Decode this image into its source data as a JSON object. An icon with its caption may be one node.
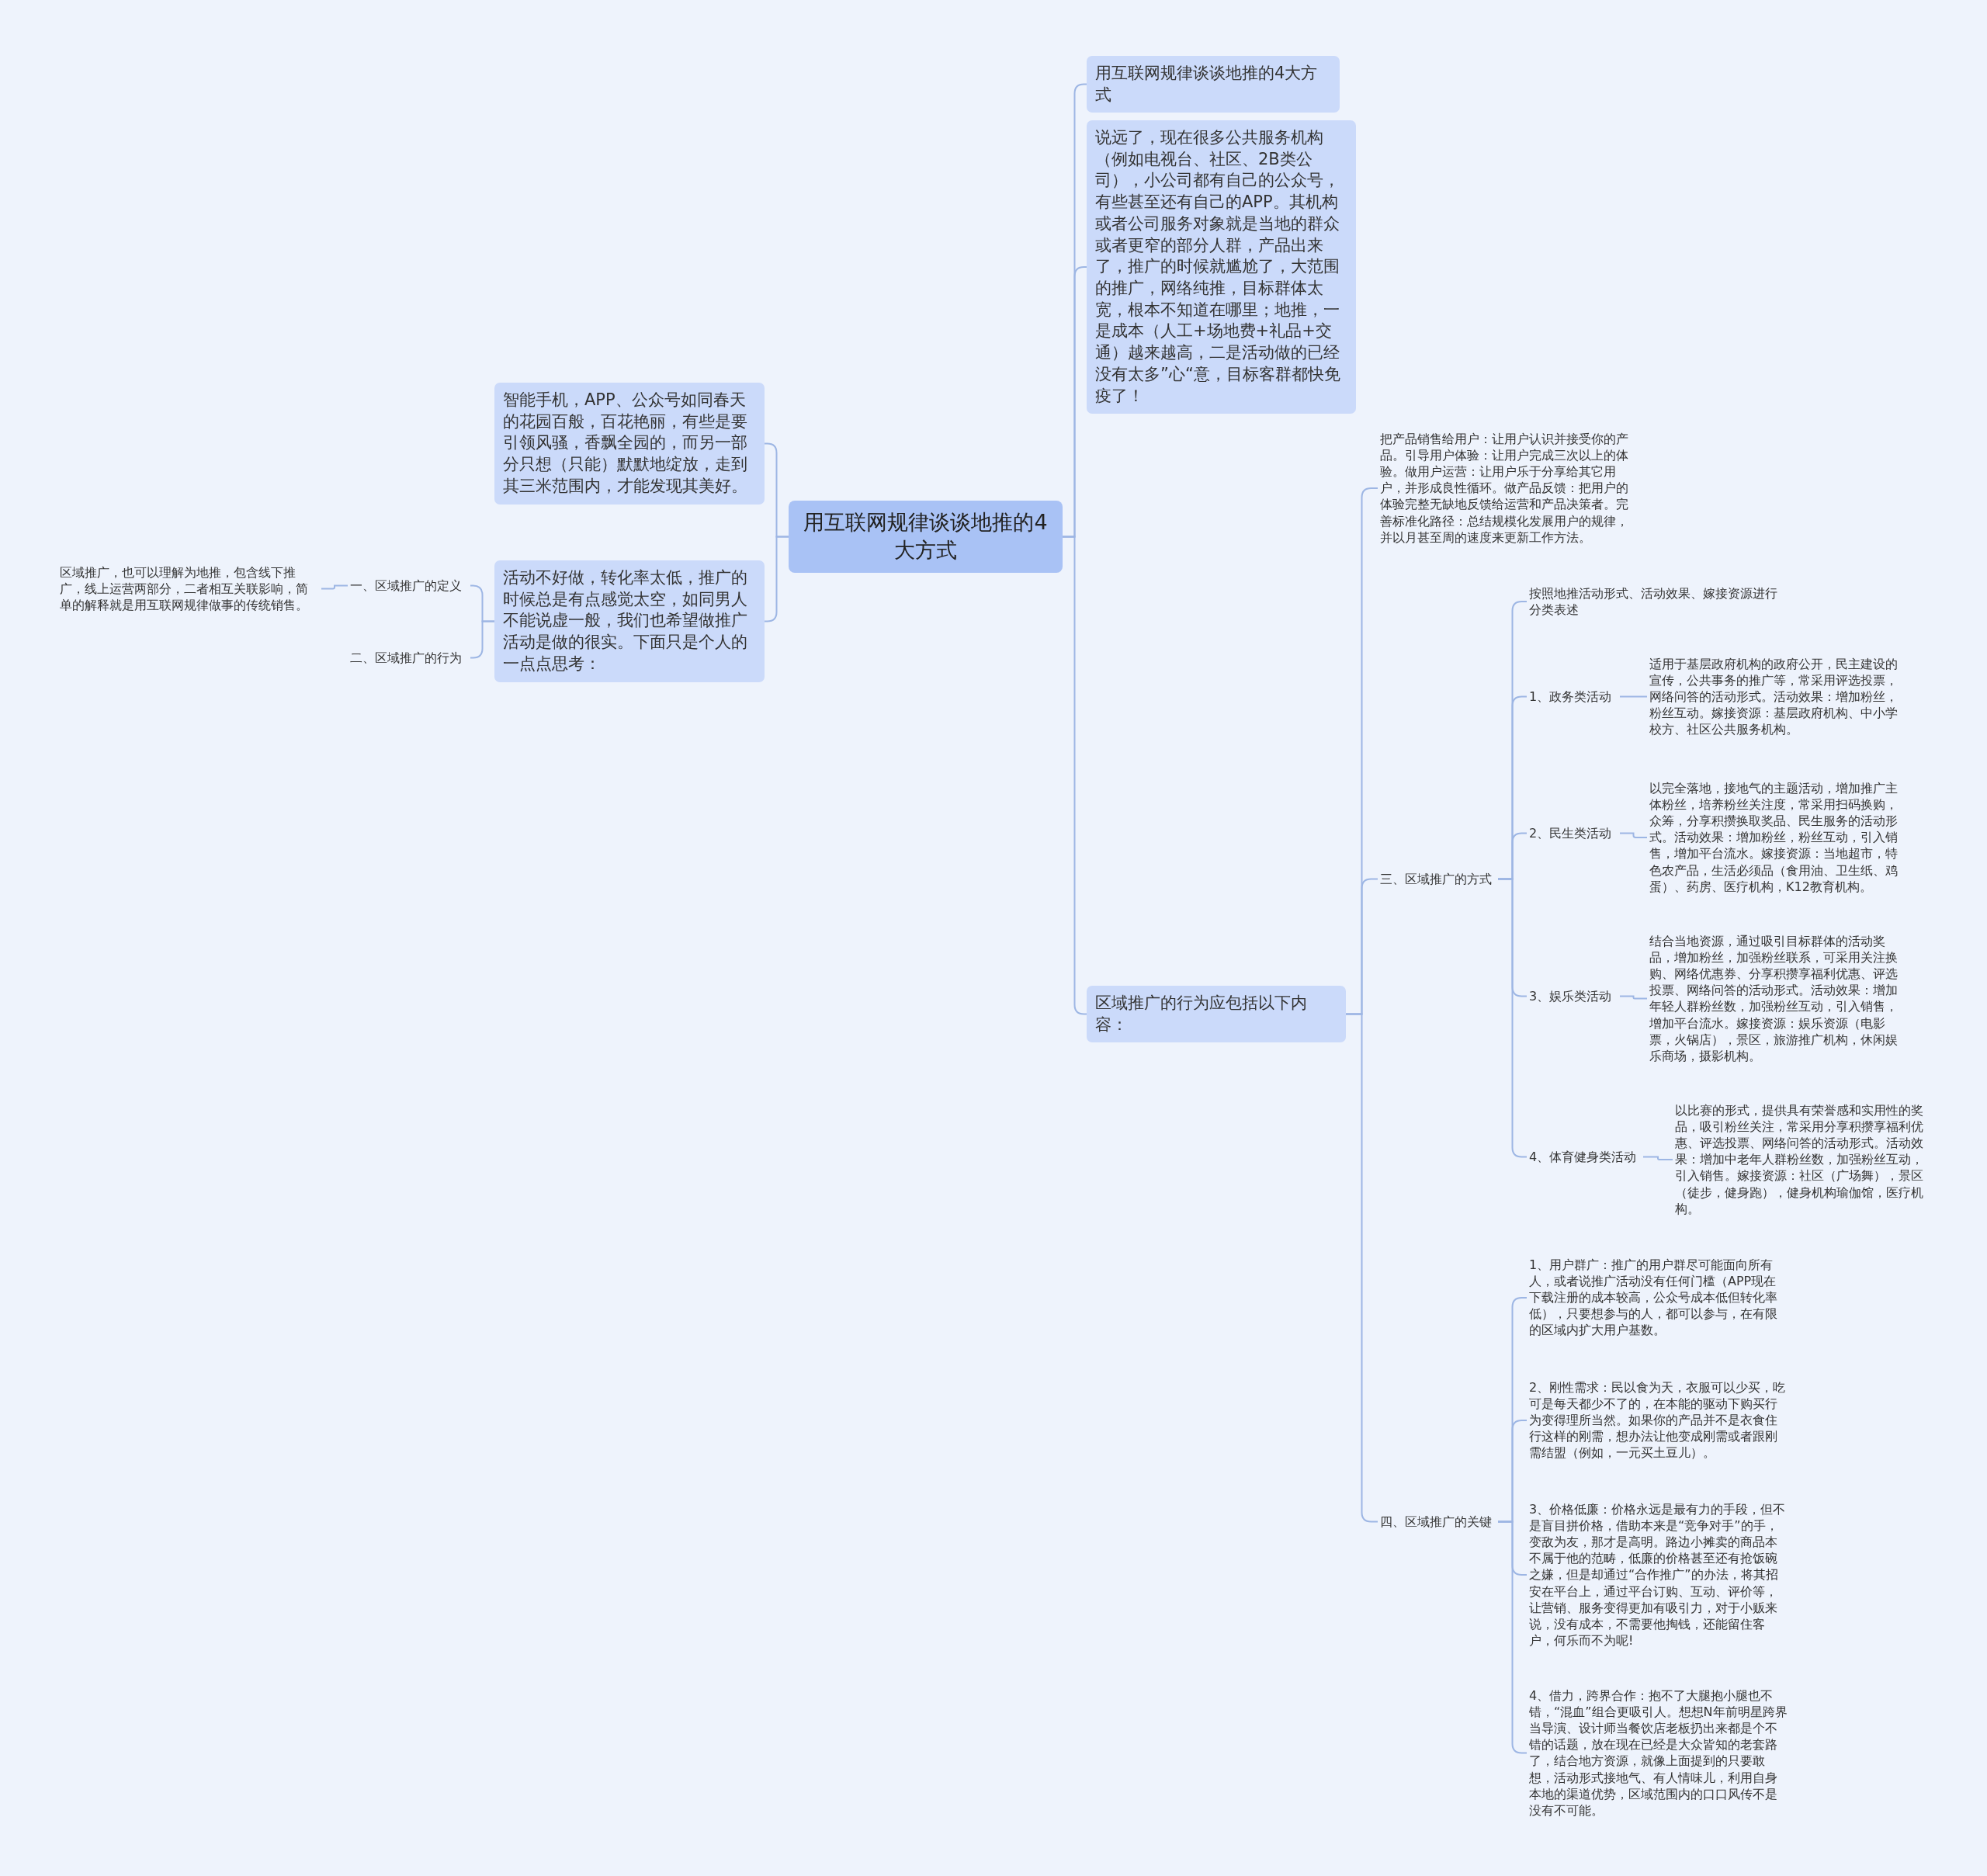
{
  "diagram": {
    "nodes": [
      {
        "text": [
          "用互联网规律谈谈地推的4大方式"
        ]
      },
      {
        "text": [
          "用互联网规律谈谈地推的4大方式"
        ]
      },
      {
        "text": [
          "说远了，现在很多公共服务机构（例如电视台、社区、2B类公司），小公司都有自己的公众号，有些甚至还有自己的APP。其机构或者公司服务对象就是当地的群众或者更窄的部分人群，产品出来了，推广的时候就尴尬了，大范围的推广，网络纯推，目标群体太宽，根本不知道在哪里；地推，一是成本（人工+场地费+礼品+交通）越来越高，二是活动做的已经没有太多”心“意，目标客群都快免疫了！"
        ]
      },
      {
        "text": [
          "区域推广的行为应包括以下内容："
        ]
      },
      {
        "text": [
          "把产品销售给用户：让用户认识并接受你的产品。引导用户体验：让用户完成三次以上的体验。做用户运营：让用户乐于分享给其它用户，并形成良性循环。做产品反馈：把用户的体验完整无缺地反馈给运营和产品决策者。完善标准化路径：总结规模化发展用户的规律，并以月甚至周的速度来更新工作方法。"
        ]
      },
      {
        "text": [
          "三、区域推广的方式"
        ]
      },
      {
        "text": [
          "按照地推活动形式、活动效果、嫁接资源进行分类表述"
        ]
      },
      {
        "text": [
          "1、政务类活动"
        ]
      },
      {
        "text": [
          "适用于基层政府机构的政府公开，民主建设的宣传，公共事务的推广等，常采用评选投票，网络问答的活动形式。活动效果：增加粉丝，粉丝互动。嫁接资源：基层政府机构、中小学校方、社区公共服务机构。"
        ]
      },
      {
        "text": [
          "2、民生类活动"
        ]
      },
      {
        "text": [
          "以完全落地，接地气的主题活动，增加推广主体粉丝，培养粉丝关注度，常采用扫码换购，众筹，分享积攒换取奖品、民生服务的活动形式。活动效果：增加粉丝，粉丝互动，引入销售，增加平台流水。嫁接资源：当地超市，特色农产品，生活必须品（食用油、卫生纸、鸡蛋）、药房、医疗机构，K12教育机构。"
        ]
      },
      {
        "text": [
          "3、娱乐类活动"
        ]
      },
      {
        "text": [
          "结合当地资源，通过吸引目标群体的活动奖品，增加粉丝，加强粉丝联系，可采用关注换购、网络优惠券、分享积攒享福利优惠、评选投票、网络问答的活动形式。活动效果：增加年轻人群粉丝数，加强粉丝互动，引入销售，增加平台流水。嫁接资源：娱乐资源（电影票，火锅店），景区，旅游推广机构，休闲娱乐商场，摄影机构。"
        ]
      },
      {
        "text": [
          "4、体育健身类活动"
        ]
      },
      {
        "text": [
          "以比赛的形式，提供具有荣誉感和实用性的奖品，吸引粉丝关注，常采用分享积攒享福利优惠、评选投票、网络问答的活动形式。活动效果：增加中老年人群粉丝数，加强粉丝互动，引入销售。嫁接资源：社区（广场舞），景区（徒步，健身跑），健身机构瑜伽馆，医疗机构。"
        ]
      },
      {
        "text": [
          "四、区域推广的关键"
        ]
      },
      {
        "text": [
          "1、用户群广：推广的用户群尽可能面向所有人，或者说推广活动没有任何门槛（APP现在下载注册的成本较高，公众号成本低但转化率低），只要想参与的人，都可以参与，在有限的区域内扩大用户基数。"
        ]
      },
      {
        "text": [
          "2、刚性需求：民以食为天，衣服可以少买，吃可是每天都少不了的，在本能的驱动下购买行为变得理所当然。如果你的产品并不是衣食住行这样的刚需，想办法让他变成刚需或者跟刚需结盟（例如，一元买土豆儿）。"
        ]
      },
      {
        "text": [
          "3、价格低廉：价格永远是最有力的手段，但不是盲目拼价格，借助本来是“竞争对手”的手，变敌为友，那才是高明。路边小摊卖的商品本不属于他的范畴，低廉的价格甚至还有抢饭碗之嫌，但是却通过“合作推广”的办法，将其招安在平台上，通过平台订购、互动、评价等，让营销、服务变得更加有吸引力，对于小贩来说，没有成本，不需要他掏钱，还能留住客户，何乐而不为呢!"
        ]
      },
      {
        "text": [
          "4、借力，跨界合作：抱不了大腿抱小腿也不错，“混血”组合更吸引人。想想N年前明星跨界当导演、设计师当餐饮店老板扔出来都是个不错的话题，放在现在已经是大众皆知的老套路了，结合地方资源，就像上面提到的只要敢想，活动形式接地气、有人情味儿，利用自身本地的渠道优势，区域范围内的口口风传不是没有不可能。"
        ]
      },
      {
        "text": [
          "智能手机，APP、公众号如同春天的花园百般，百花艳丽，有些是要引领风骚，香飘全园的，而另一部分只想（只能）默默地绽放，走到其三米范围内，才能发现其美好。"
        ]
      },
      {
        "text": [
          "活动不好做，转化率太低，推广的时候总是有点感觉太空，如同男人不能说虚一般，我们也希望做推广活动是做的很实。下面只是个人的一点点思考："
        ]
      },
      {
        "text": [
          "一、区域推广的定义"
        ]
      },
      {
        "text": [
          "二、区域推广的行为"
        ]
      },
      {
        "text": [
          "区域推广，也可以理解为地推，包含线下推广，线上运营两部分，二者相互关联影响，简单的解释就是用互联网规律做事的传统销售。"
        ]
      }
    ],
    "edges": [
      {
        "from": 0,
        "to": 1,
        "arrow": "none"
      },
      {
        "from": 0,
        "to": 2,
        "arrow": "none"
      },
      {
        "from": 0,
        "to": 3,
        "arrow": "none"
      },
      {
        "from": 3,
        "to": 4,
        "arrow": "none"
      },
      {
        "from": 3,
        "to": 5,
        "arrow": "none"
      },
      {
        "from": 5,
        "to": 6,
        "arrow": "none"
      },
      {
        "from": 5,
        "to": 7,
        "arrow": "none"
      },
      {
        "from": 7,
        "to": 8,
        "arrow": "none"
      },
      {
        "from": 5,
        "to": 9,
        "arrow": "none"
      },
      {
        "from": 9,
        "to": 10,
        "arrow": "none"
      },
      {
        "from": 5,
        "to": 11,
        "arrow": "none"
      },
      {
        "from": 11,
        "to": 12,
        "arrow": "none"
      },
      {
        "from": 5,
        "to": 13,
        "arrow": "none"
      },
      {
        "from": 13,
        "to": 14,
        "arrow": "none"
      },
      {
        "from": 3,
        "to": 15,
        "arrow": "none"
      },
      {
        "from": 15,
        "to": 16,
        "arrow": "none"
      },
      {
        "from": 15,
        "to": 17,
        "arrow": "none"
      },
      {
        "from": 15,
        "to": 18,
        "arrow": "none"
      },
      {
        "from": 15,
        "to": 19,
        "arrow": "none"
      },
      {
        "from": 0,
        "to": 20,
        "arrow": "none"
      },
      {
        "from": 0,
        "to": 21,
        "arrow": "none"
      },
      {
        "from": 21,
        "to": 22,
        "arrow": "none"
      },
      {
        "from": 21,
        "to": 23,
        "arrow": "none"
      },
      {
        "from": 22,
        "to": 24,
        "arrow": "none"
      }
    ]
  }
}
